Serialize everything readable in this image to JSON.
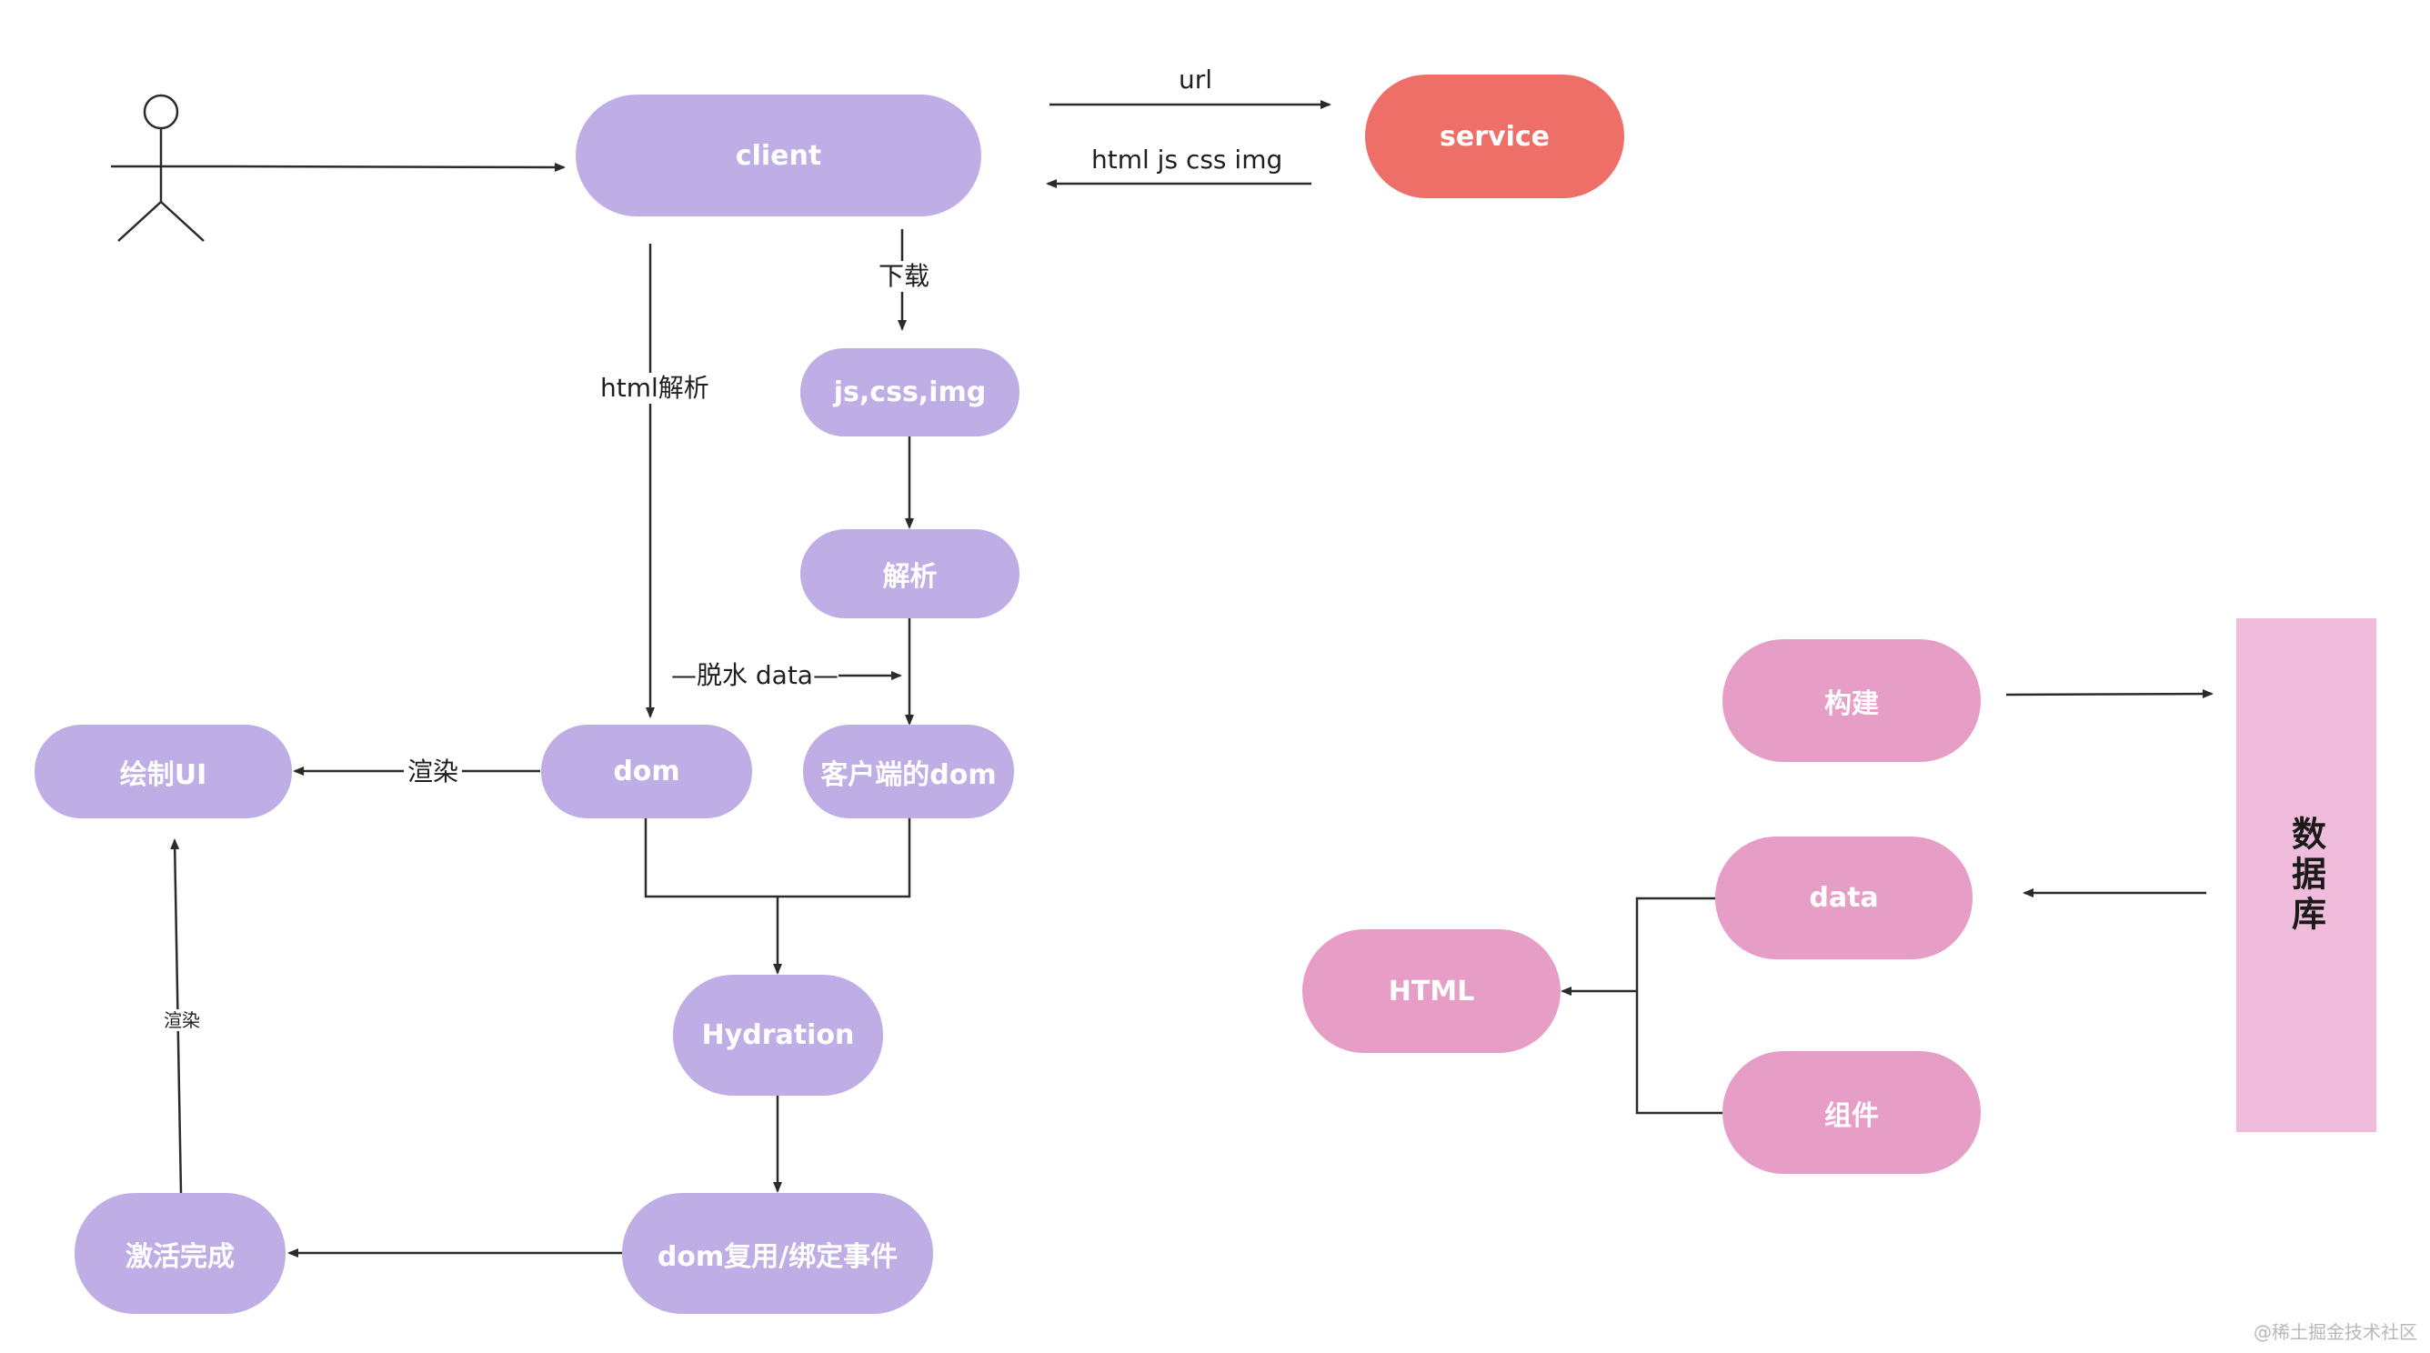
{
  "nodes": {
    "client": "client",
    "service": "service",
    "assets": "js,css,img",
    "parse": "解析",
    "dom": "dom",
    "client_dom": "客户端的dom",
    "draw_ui": "绘制UI",
    "hydration": "Hydration",
    "reuse_dom": "dom复用/绑定事件",
    "activated": "激活完成",
    "build": "构建",
    "data": "data",
    "html": "HTML",
    "component": "组件",
    "database": "数据库"
  },
  "edge_labels": {
    "url": "url",
    "html_js_css_img": "html js css img",
    "download": "下载",
    "html_parse": "html解析",
    "dehydrate": "—脱水 data—",
    "render": "渲染",
    "render_small": "渲染"
  },
  "colors": {
    "purple": "#bfaee6",
    "pink": "#e69ec6",
    "red": "#ee6e68",
    "db": "#efbddb",
    "line": "#2b2b2b"
  },
  "watermark": "@稀土掘金技术社区"
}
